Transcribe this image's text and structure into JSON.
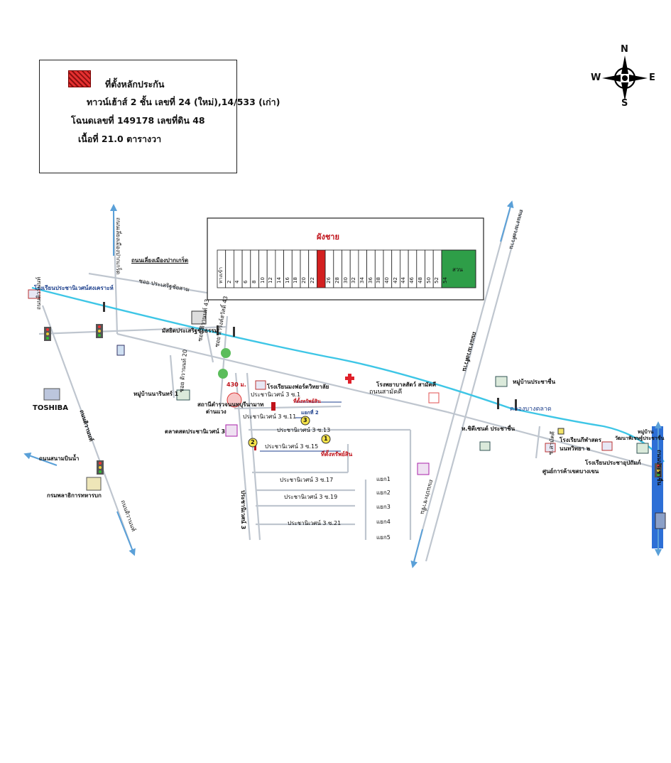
{
  "legend": {
    "title": "ที่ตั้งหลักประกัน",
    "line1": "ทาวน์เฮ้าส์ 2 ชั้น เลขที่ 24 (ใหม่),14/533 (เก่า)",
    "line2": "โฉนดเลขที่ 149178 เลขที่ดิน 48",
    "line3": "เนื้อที่ 21.0 ตารางวา",
    "swatch_color": "#e53030"
  },
  "compass": {
    "n": "N",
    "s": "S",
    "e": "E",
    "w": "W"
  },
  "site_plan": {
    "title": "ผังชาย",
    "lots": [
      "ทางเข้า",
      "2",
      "4",
      "6",
      "8",
      "10",
      "12",
      "14",
      "16",
      "18",
      "20",
      "22",
      "24",
      "26",
      "28",
      "30",
      "32",
      "34",
      "36",
      "38",
      "40",
      "42",
      "44",
      "46",
      "48",
      "50",
      "52",
      "54"
    ],
    "highlight_lot": "24",
    "park_label": "สวน",
    "park_color": "#2e9e48"
  },
  "labels": {
    "road_north_west": "ถนนเลี่ยงเมืองปากเกร็ด",
    "school_sangkhroh": "โรงเรียนประชานิเวศน์สงเคราะห์",
    "soi_prasertsiri": "ซอย ประเสริฐชัยสาม",
    "mosque": "มัสยิดประเสริฐชัยธรรม",
    "soi_43": "ซอย ดำรงค์สวัสดิ์ 43",
    "soi_tiwanon": "ซอย ติวานนท์ 43",
    "village1": "หมู่บ้านนารินทร์ 1",
    "soi_tiwanon_b": "ซอย ติวานนท์ 20",
    "dist_430": "430 ม.",
    "police": "สถานีตำรวจนนทบุรีนามาท",
    "police2": "ด่านแวง",
    "school_montfort": "โรงเรียนมงฟอร์ตวิทยาลัย",
    "hospital": "โรงพยาบาลสัตว์ สามัคคี",
    "road_samakkhi": "ถนนสามัคคี",
    "village_pracha": "หมู่บ้านประชาชื่น",
    "canal": "คลองบางตลาด",
    "toshiba": "TOSHIBA",
    "road_tiwanon": "ถนนติวานนท์",
    "road_nonthaburi": "ถนนสนามบินน้ำ",
    "dept": "กรมพลาธิการทหารบก",
    "market": "ตลาดสดประชานิเวศน์ 3",
    "soi_3_1": "ประชานิเวศน์ 3 ซ.1",
    "soi_3_11": "ประชานิเวศน์ 3 ซ.11",
    "soi_3_13": "ประชานิเวศน์ 3 ซ.13",
    "soi_3_15": "ประชานิเวศน์ 3 ซ.15",
    "soi_3_17": "ประชานิเวศน์ 3 ซ.17",
    "soi_3_19": "ประชานิเวศน์ 3 ซ.19",
    "soi_3_21": "ประชานิเวศน์ 3 ซ.21",
    "soi_main": "ประชานิเวศน์ 3",
    "site_here": "ที่ตั้งทรัพย์สิน",
    "site_here2": "ที่ตั้งทรัพย์สิน",
    "alley2": "แยกที่ 2",
    "yaek1": "แยก1",
    "yaek2": "แยก2",
    "yaek3": "แยก3",
    "yaek4": "แยก4",
    "yaek5": "แยก5",
    "road_ngamwongwan_top": "ถนนงามวงศ์วาน",
    "road_ngamwongwan": "ถนนงามวงศ์วาน",
    "road_prachachuen": "ถนนประชาชื่น",
    "road_prachachuen_b": "ถนนประชาชื่น",
    "aor_tor_kor": "ห.ชิตีเซนต์ ประชาชื่น",
    "school_right": "โรงเรียนกีฬาสดร",
    "school_right2": "นนทวิทยา ๒",
    "school_pracha": "โรงเรียนประชาอุปถัมภ์",
    "village_right": "หมู่บ้าน",
    "village_right2": "วัฒนาพิเชษฐ์ประชาชื่น",
    "soi_samakkhi": "ซ.สามัคคี",
    "center": "ศูนย์การค้าเขตบางเขน",
    "road_top_right": "ถนนรัตนาธิเบศร์",
    "road_left_top": "ถนนเลี่ยงเมืองปากเกร็ด"
  },
  "markers": {
    "m1": "1",
    "m2": "2",
    "m3": "3"
  },
  "colors": {
    "canal": "#3ec6e6",
    "road": "#bfc6cf",
    "arrow": "#5aa0d8",
    "site": "#d32020"
  }
}
